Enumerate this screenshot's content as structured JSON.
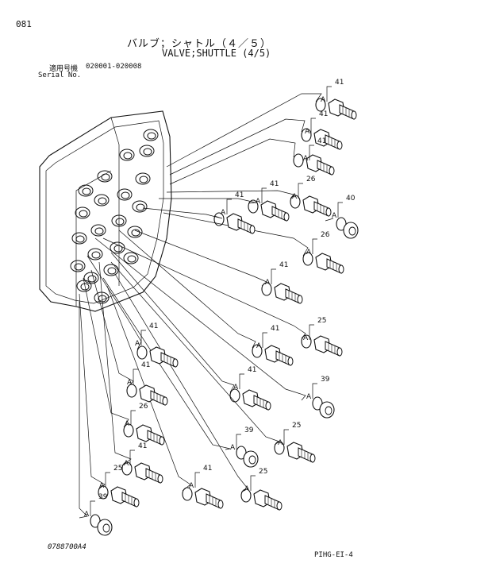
{
  "header": {
    "page_number": "081",
    "title_jp": "バルブ；シャトル（４／５）",
    "title_en": "VALVE;SHUTTLE (4/5)",
    "serial_label_jp": "適用号機",
    "serial_range": "020001-020008",
    "serial_label_en": "Serial No."
  },
  "footer": {
    "figure_code": "0788700A4",
    "page_code": "PIHG-EI-4"
  },
  "diagram": {
    "ref_mark": "A",
    "callouts": [
      {
        "id": "c1",
        "part": "41"
      },
      {
        "id": "c2",
        "part": "41"
      },
      {
        "id": "c3",
        "part": "41"
      },
      {
        "id": "c4",
        "part": "41"
      },
      {
        "id": "c5",
        "part": "41"
      },
      {
        "id": "c6",
        "part": "26"
      },
      {
        "id": "c7",
        "part": "40"
      },
      {
        "id": "c8",
        "part": "26"
      },
      {
        "id": "c9",
        "part": "41"
      },
      {
        "id": "c10",
        "part": "41"
      },
      {
        "id": "c11",
        "part": "25"
      },
      {
        "id": "c12",
        "part": "41"
      },
      {
        "id": "c13",
        "part": "41"
      },
      {
        "id": "c14",
        "part": "41"
      },
      {
        "id": "c15",
        "part": "39"
      },
      {
        "id": "c16",
        "part": "26"
      },
      {
        "id": "c17",
        "part": "39"
      },
      {
        "id": "c18",
        "part": "25"
      },
      {
        "id": "c19",
        "part": "41"
      },
      {
        "id": "c20",
        "part": "25"
      },
      {
        "id": "c21",
        "part": "41"
      },
      {
        "id": "c22",
        "part": "25"
      },
      {
        "id": "c23",
        "part": "39"
      }
    ]
  }
}
